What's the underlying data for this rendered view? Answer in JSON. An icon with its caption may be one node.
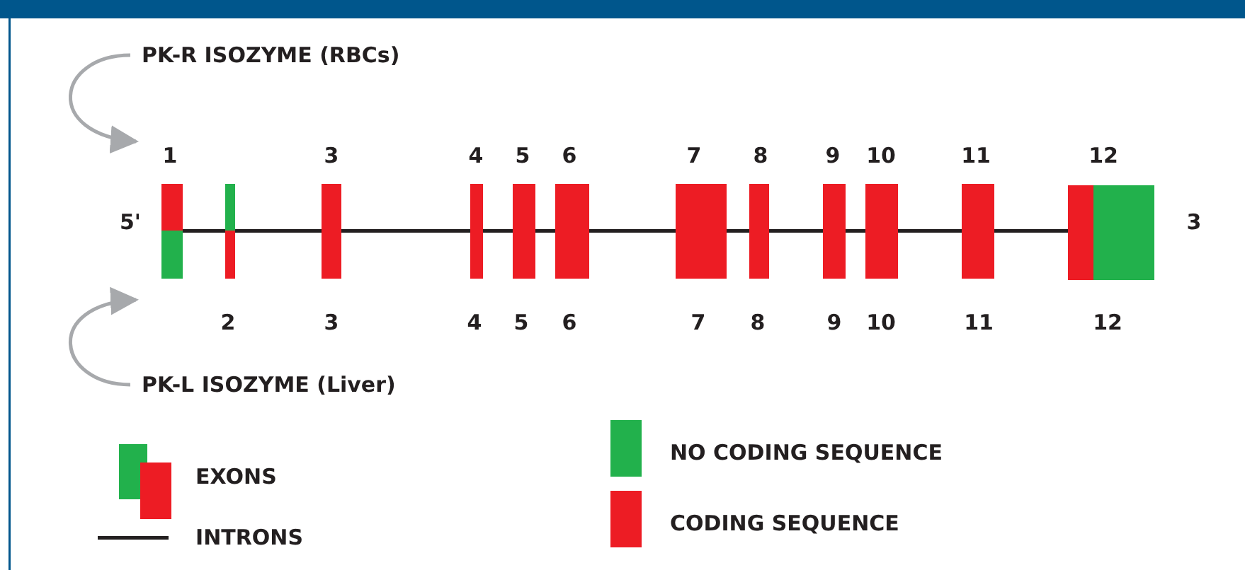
{
  "diagram": {
    "nodes": [
      {
        "text": [
          "PK-R ISOZYME (RBCs)"
        ]
      },
      {
        "text": [
          "PK-L ISOZYME (Liver)"
        ]
      }
    ],
    "edges": [
      {
        "from": 0,
        "to": null,
        "arrow": "to",
        "color": "#a7a9ac"
      },
      {
        "from": 1,
        "to": null,
        "arrow": "to",
        "color": "#a7a9ac"
      }
    ],
    "labels": [
      "1",
      "3",
      "4",
      "5",
      "6",
      "7",
      "8",
      "9",
      "10",
      "11",
      "12",
      "5'",
      "3",
      "2",
      "3",
      "4",
      "5",
      "6",
      "7",
      "8",
      "9",
      "10",
      "11",
      "12"
    ],
    "legend": [
      {
        "text": "EXONS"
      },
      {
        "text": "INTRONS"
      },
      {
        "text": "NO CODING SEQUENCE",
        "color": "#22b14c"
      },
      {
        "text": "CODING SEQUENCE",
        "color": "#ed1c24"
      }
    ]
  }
}
